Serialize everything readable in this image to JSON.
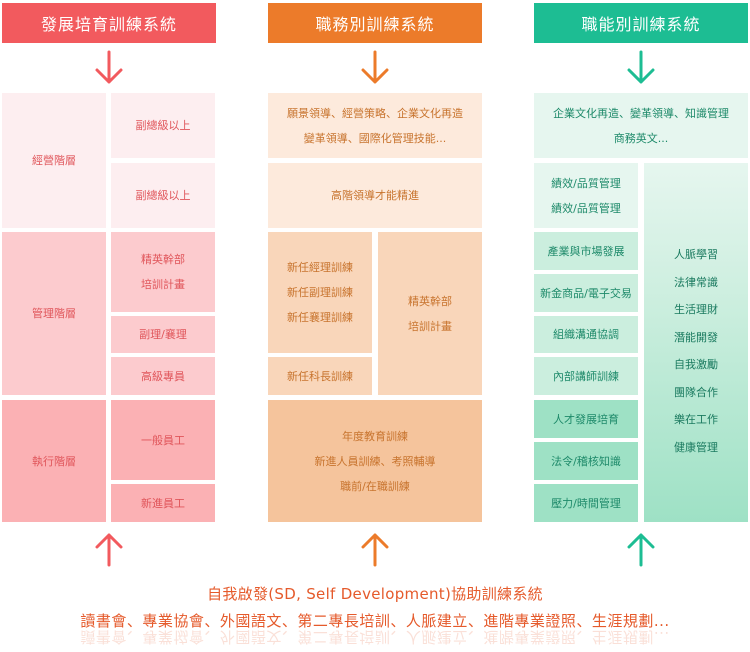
{
  "columns": [
    {
      "title": "發展培育訓練系統",
      "color": "#f25a5e",
      "groups": [
        "經營階層",
        "管理階層",
        "執行階層"
      ],
      "items": [
        "副總級以上",
        "副總級以上",
        "精英幹部",
        "培訓計畫",
        "副理/襄理",
        "高級專員",
        "一般員工",
        "新進員工"
      ]
    },
    {
      "title": "職務別訓練系統",
      "color": "#ec7b2a",
      "items": [
        "願景領導、經營策略、企業文化再造",
        "變革領導、國際化管理技能...",
        "高階領導才能精進",
        "新任經理訓練",
        "新任副理訓練",
        "新任襄理訓練",
        "新任科長訓練",
        "精英幹部",
        "培訓計畫",
        "年度教育訓練",
        "新進人員訓練、考照輔導",
        "職前/在職訓練"
      ]
    },
    {
      "title": "職能別訓練系統",
      "color": "#1dbd93",
      "items": [
        "企業文化再造、變革領導、知識管理",
        "商務英文...",
        "績效/品質管理",
        "績效/品質管理",
        "產業與市場發展",
        "新金商品/電子交易",
        "組織溝通協調",
        "內部講師訓練",
        "人才發展培育",
        "法令/稽核知識",
        "壓力/時間管理"
      ],
      "soft_skills": [
        "人脈學習",
        "法律常識",
        "生活理財",
        "潛能開發",
        "自我激勵",
        "團隊合作",
        "樂在工作",
        "健康管理"
      ]
    }
  ],
  "bottom": {
    "title": "自我啟發(SD, Self Development)協助訓練系統",
    "items": "讀書會、專業協會、外國語文、第二專長培訓、人脈建立、進階專業證照、生涯規劃..."
  },
  "colors": {
    "pink_light": "#fdeef0",
    "pink_mid": "#fccbce",
    "pink_dark": "#fbb1b4",
    "orange_light": "#fdeadc",
    "orange_mid": "#f9d6ba",
    "orange_dark": "#f5c49c",
    "green_light": "#e6f6ef",
    "green_mid": "#cbeede",
    "green_dark": "#9ee1c5"
  }
}
